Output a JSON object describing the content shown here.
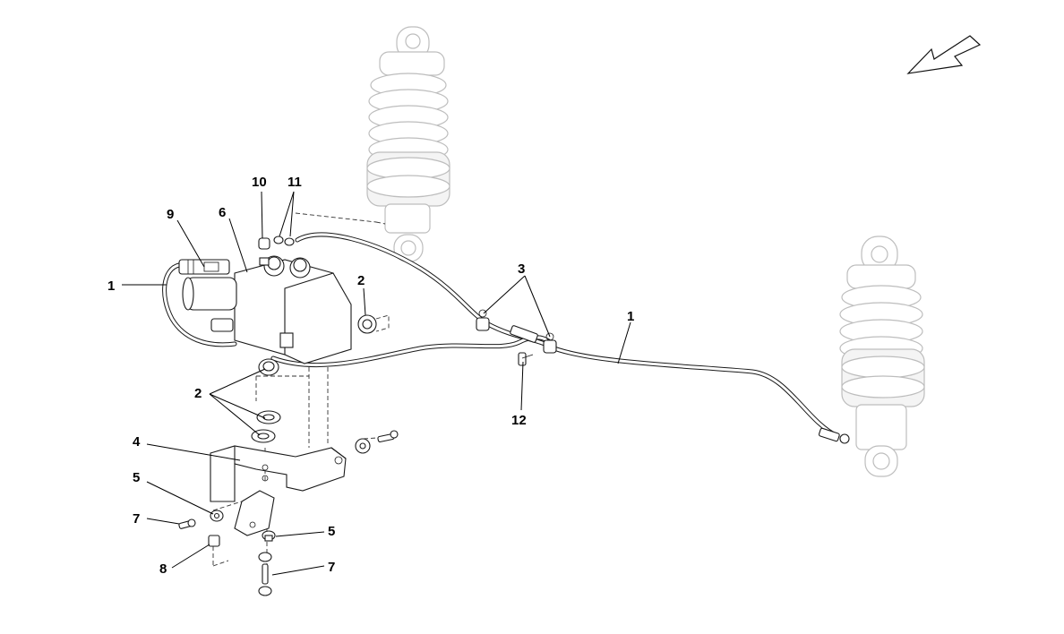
{
  "diagram": {
    "callouts": [
      "1",
      "9",
      "6",
      "10",
      "11",
      "2",
      "3",
      "1",
      "2",
      "4",
      "5",
      "7",
      "8",
      "5",
      "7",
      "12"
    ]
  }
}
